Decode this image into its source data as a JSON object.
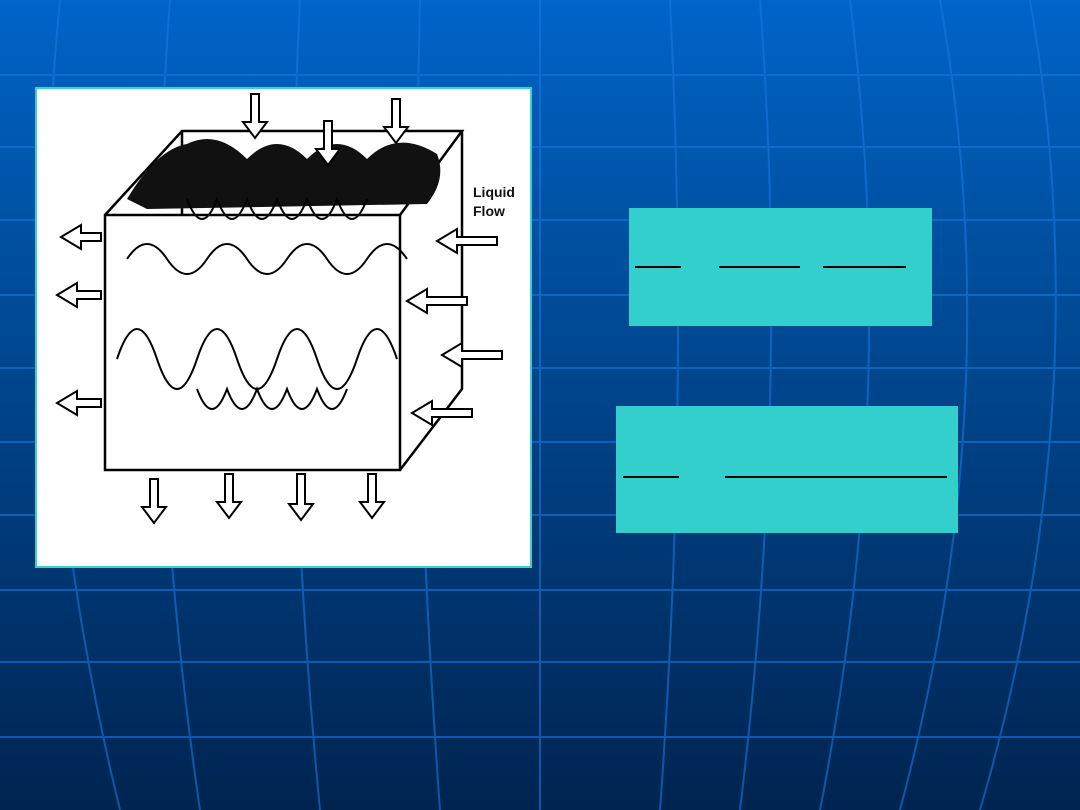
{
  "slide": {
    "figure": {
      "label_line1": "Liquid",
      "label_line2": "Flow"
    },
    "box1": {
      "blanks": 3
    },
    "box2": {
      "blanks": 2
    }
  },
  "colors": {
    "box": "#33cfcc",
    "background_top": "#0064c8",
    "background_bottom": "#002450"
  }
}
